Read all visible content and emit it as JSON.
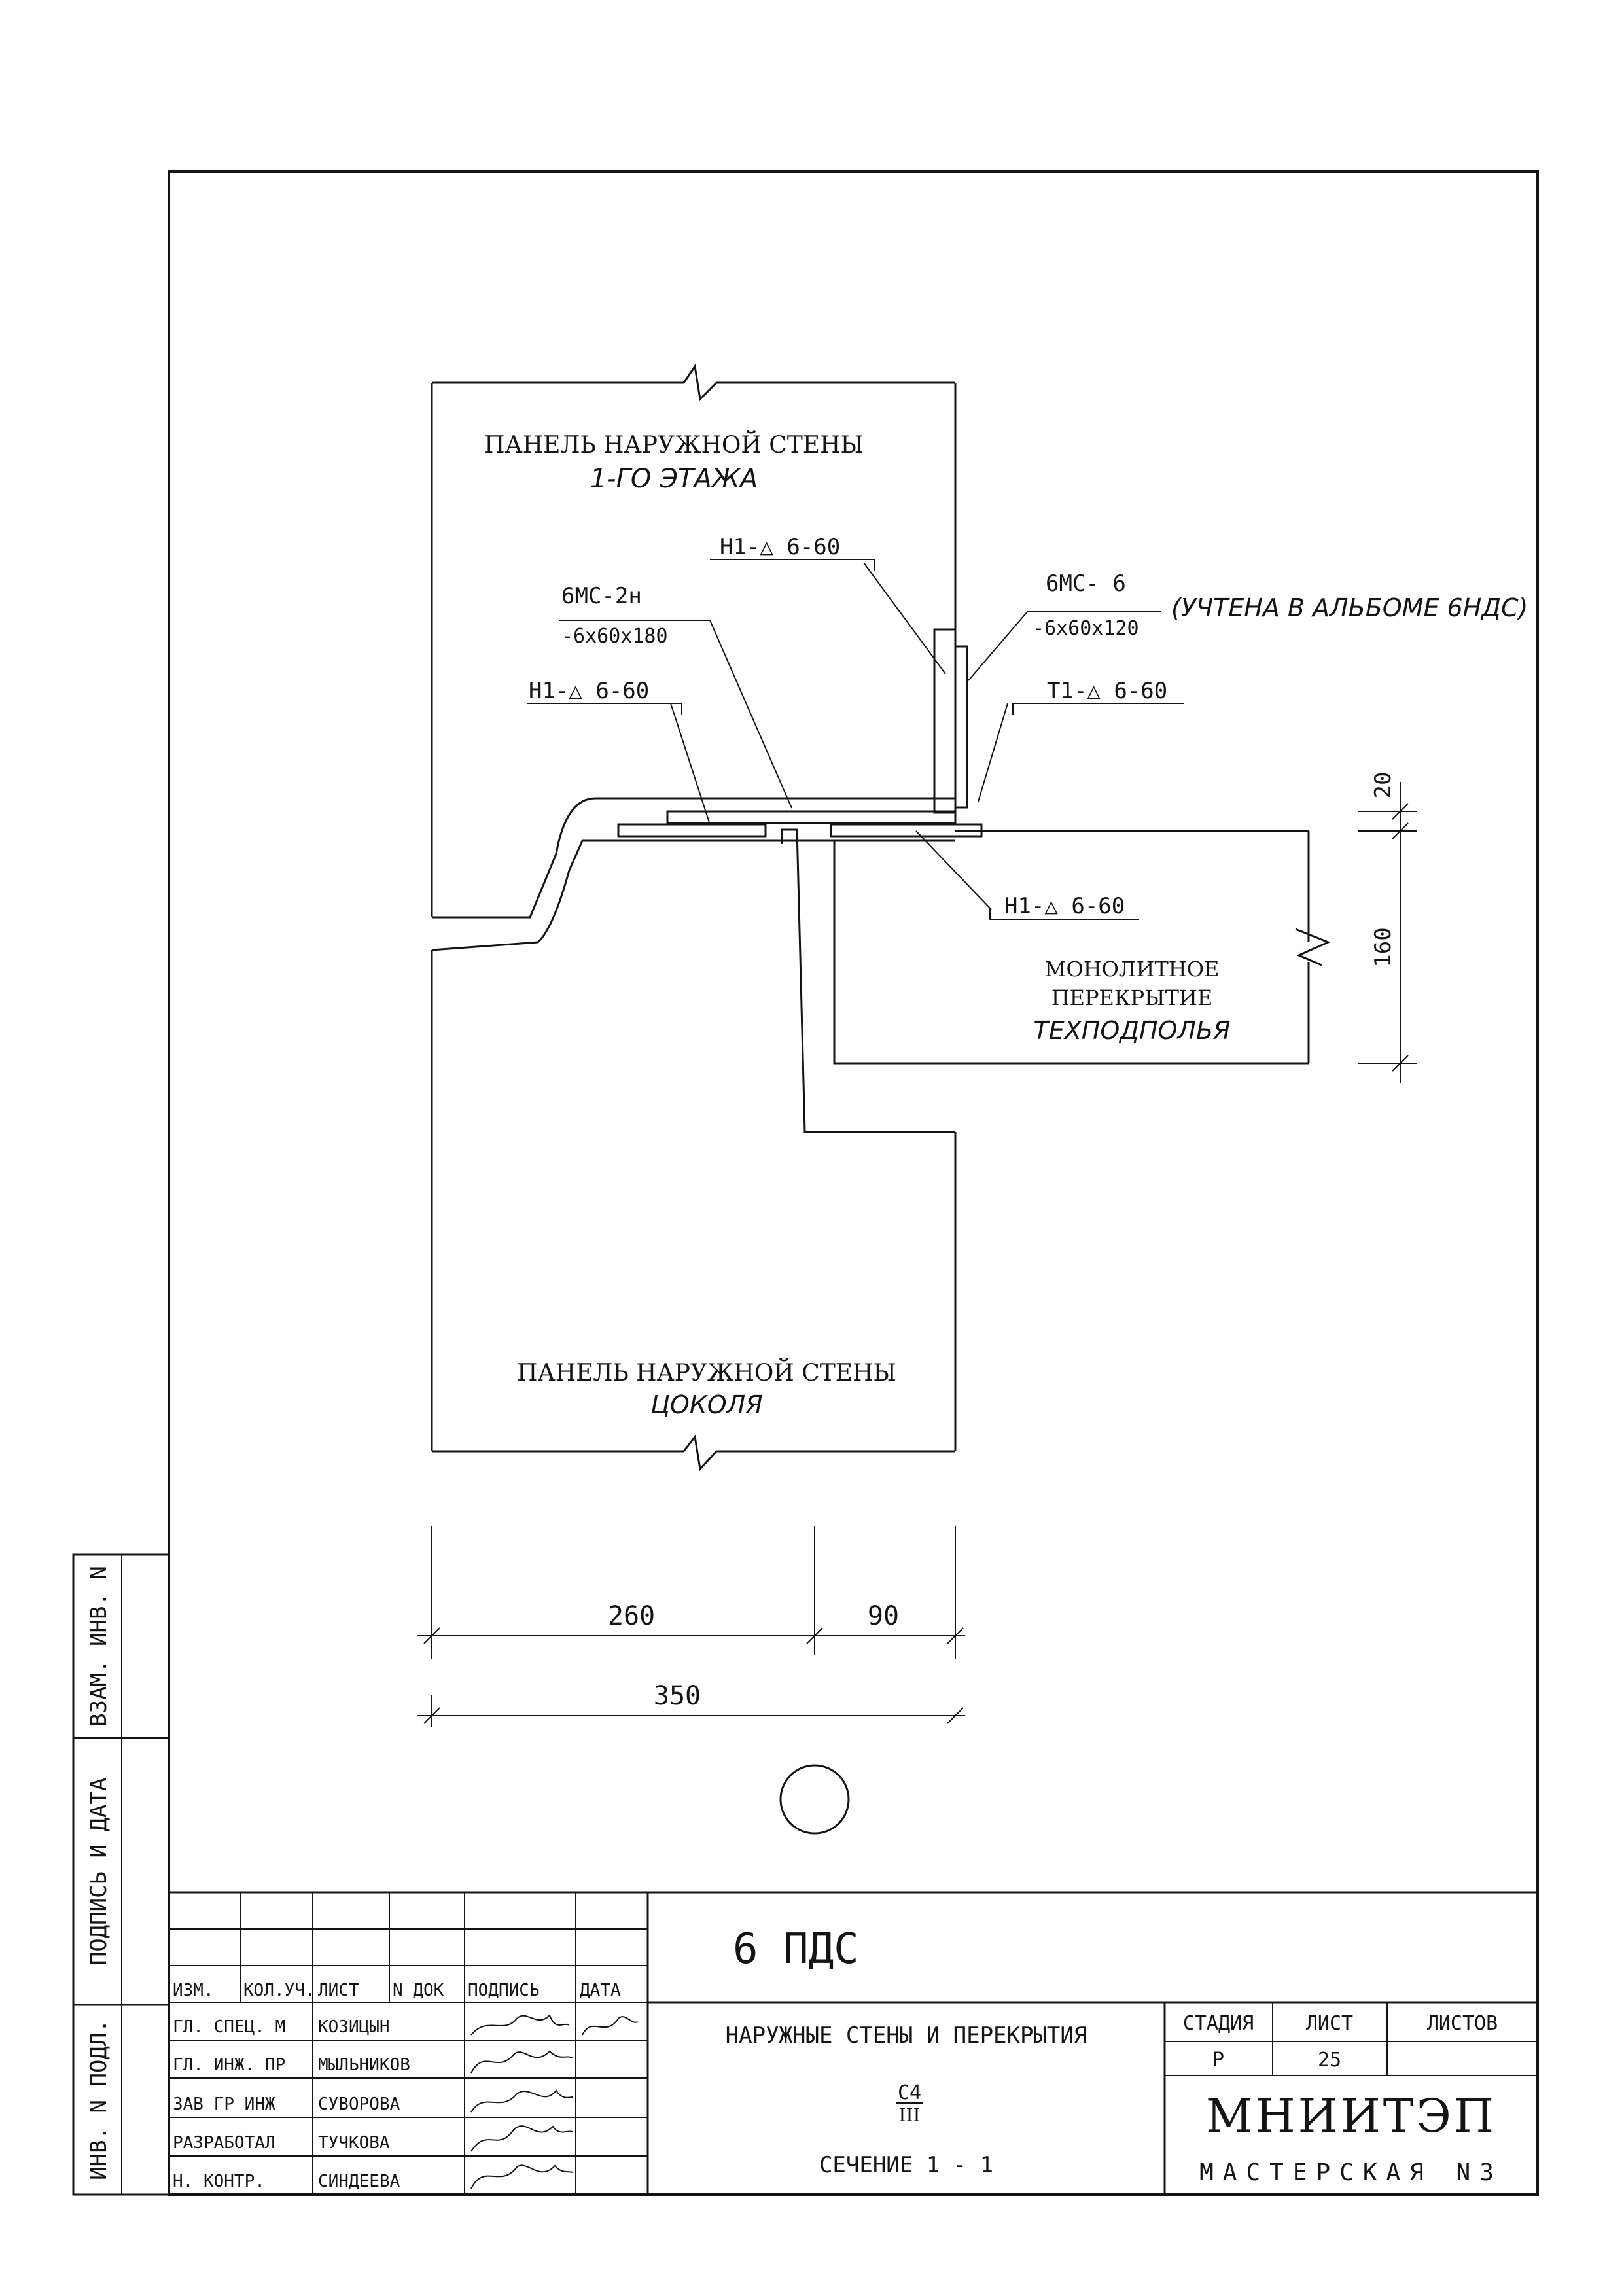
{
  "drawing": {
    "upper_panel_label": "ПАНЕЛЬ НАРУЖНОЙ СТЕНЫ",
    "upper_panel_floor": "1-ГО ЭТАЖА",
    "lower_panel_label": "ПАНЕЛЬ НАРУЖНОЙ СТЕНЫ",
    "lower_panel_sub": "ЦОКОЛЯ",
    "slab_label_1": "МОНОЛИТНОЕ",
    "slab_label_2": "ПЕРЕКРЫТИЕ",
    "slab_label_3": "ТЕХПОДПОЛЬЯ",
    "weld_top": "Н1-△ 6-60",
    "weld_left": "Н1-△ 6-60",
    "weld_right": "Т1-△ 6-60",
    "weld_bottom": "Н1-△ 6-60",
    "plate_left_mark": "6МС-2н",
    "plate_left_size": "-6х60х180",
    "plate_right_mark": "6МС- 6",
    "plate_right_size": "-6х60х120",
    "plate_right_note": "(УЧТЕНА В АЛЬБОМЕ 6НДС)",
    "dim_20": "20",
    "dim_160": "160",
    "dim_260": "260",
    "dim_90": "90",
    "dim_350": "350"
  },
  "side_stamp": {
    "vzam": "ВЗАМ. ИНВ. N",
    "podpis": "ПОДПИСЬ И ДАТА",
    "inv": "ИНВ. N ПОДЛ."
  },
  "title_block": {
    "code": "6 ПДС",
    "header": [
      "ИЗМ.",
      "КОЛ.УЧ.",
      "ЛИСТ",
      "N ДОК",
      "ПОДПИСЬ",
      "ДАТА"
    ],
    "rows": [
      {
        "role": "ГЛ. СПЕЦ. М",
        "name": "КОЗИЦЫН"
      },
      {
        "role": "ГЛ. ИНЖ. ПР",
        "name": "МЫЛЬНИКОВ"
      },
      {
        "role": "ЗАВ ГР ИНЖ",
        "name": "СУВОРОВА"
      },
      {
        "role": "РАЗРАБОТАЛ",
        "name": "ТУЧКОВА"
      },
      {
        "role": "Н. КОНТР.",
        "name": "СИНДЕЕВА"
      }
    ],
    "title": "НАРУЖНЫЕ СТЕНЫ И ПЕРЕКРЫТИЯ",
    "fraction_top": "С4",
    "fraction_bottom": "III",
    "section": "СЕЧЕНИЕ 1 - 1",
    "stage_label": "СТАДИЯ",
    "sheet_label": "ЛИСТ",
    "sheets_label": "ЛИСТОВ",
    "stage": "Р",
    "sheet": "25",
    "sheets": "",
    "org": "МНИИТЭП",
    "dept": "МАСТЕРСКАЯ N3"
  }
}
